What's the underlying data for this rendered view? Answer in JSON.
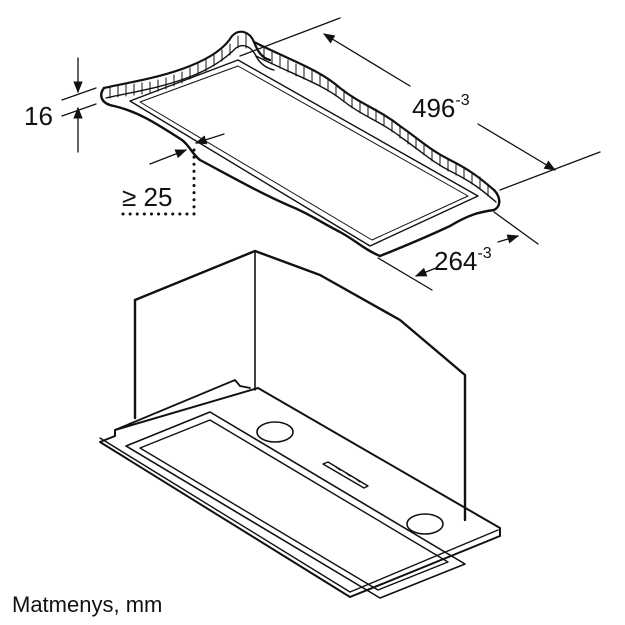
{
  "diagram": {
    "type": "installation-dimension-drawing",
    "subject": "built-in cooker hood (canopy insert) and cabinet cut-out",
    "colors": {
      "line": "#111111",
      "background": "#ffffff"
    },
    "dimensions": {
      "panel_thickness": {
        "value": "16"
      },
      "cutout_length": {
        "value": "496",
        "tolerance": "-3"
      },
      "cutout_depth": {
        "value": "264",
        "tolerance": "-3"
      },
      "min_edge_distance": {
        "value": "≥ 25"
      }
    },
    "caption": "Matmenys, mm"
  }
}
